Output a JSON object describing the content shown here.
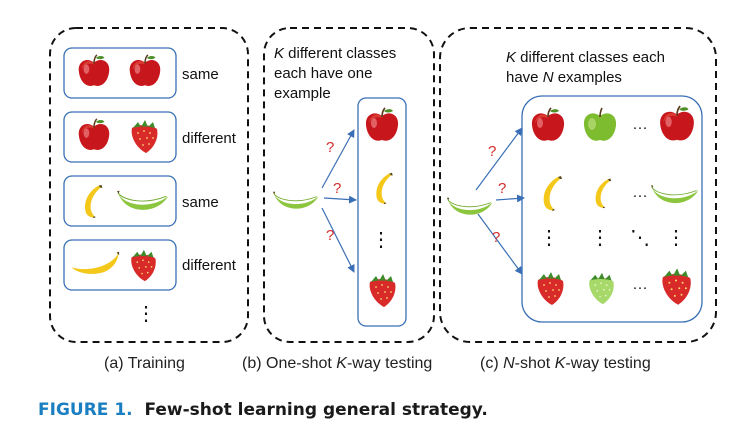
{
  "panels": {
    "training": {
      "caption": "(a) Training",
      "rows": [
        {
          "left": "apple-icon",
          "right": "apple-icon",
          "label": "same"
        },
        {
          "left": "apple-icon",
          "right": "strawberry-icon",
          "label": "different"
        },
        {
          "left": "banana-yellow-icon",
          "right": "banana-green-icon",
          "label": "same"
        },
        {
          "left": "banana-yellow-icon",
          "right": "strawberry-icon",
          "label": "different"
        }
      ],
      "ellipsis": "⋮"
    },
    "one_shot": {
      "caption_prefix": "(b) One-shot ",
      "caption_k": "K",
      "caption_suffix": "-way testing",
      "header_k": "K",
      "header_line1": " different classes",
      "header_line2": "each have one",
      "header_line3": "example",
      "query_marks": [
        "?",
        "?",
        "?"
      ],
      "vertical_ellipsis": "⋮"
    },
    "n_shot": {
      "caption_prefix": "(c) ",
      "caption_n": "N",
      "caption_mid": "-shot ",
      "caption_k": "K",
      "caption_suffix": "-way testing",
      "header_k": "K",
      "header_line1": " different classes each",
      "header_line2_prefix": "have ",
      "header_line2_n": "N",
      "header_line2_suffix": " examples",
      "query_marks": [
        "?",
        "?",
        "?"
      ],
      "hdots": "···",
      "vdots": "⋮",
      "ddots": "⋱"
    }
  },
  "figure": {
    "label": "FIGURE 1.",
    "title": "Few-shot learning general strategy."
  },
  "colors": {
    "apple_red": "#c8161d",
    "apple_green": "#7dbb2f",
    "banana_yellow": "#f3c81a",
    "banana_green": "#8cc63f",
    "strawberry_red": "#d92a2a",
    "arrow_blue": "#3a6fb5",
    "question_red": "#d42b2b",
    "figure_label_blue": "#1a7fc1"
  }
}
